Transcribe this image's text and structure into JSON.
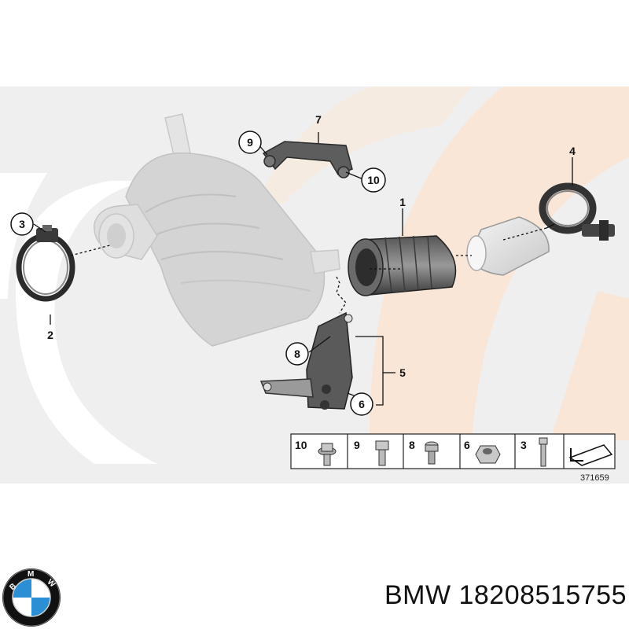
{
  "callouts": [
    "1",
    "2",
    "3",
    "4",
    "5",
    "6",
    "7",
    "8",
    "9",
    "10"
  ],
  "legend": [
    "10",
    "9",
    "8",
    "6",
    "3"
  ],
  "reference_number": "371659",
  "caption": {
    "brand": "BMW",
    "part_number": "18208515755"
  },
  "logo_text": "BMW",
  "colors": {
    "background_band": "#efefef",
    "watermark_orange": "#f9e6d6",
    "faded_part": "#d4d4d4",
    "dark_part": "#444444",
    "bmw_blue": "#2a8fd4"
  }
}
